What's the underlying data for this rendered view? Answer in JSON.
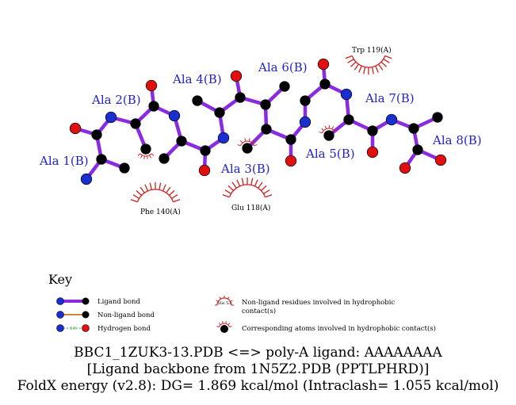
{
  "colors": {
    "ligand_bond": "#8a2be2",
    "non_ligand_bond": "#cc8833",
    "hydrogen_bond": "#33aa33",
    "carbon": "#000000",
    "nitrogen": "#1a2fd0",
    "oxygen": "#e01010",
    "hydrophobic": "#cc2222",
    "residue_label": "#2222cc"
  },
  "residue_labels": [
    {
      "text": "Ala 1(B)"
    },
    {
      "text": "Ala 2(B)"
    },
    {
      "text": "Ala 4(B)"
    },
    {
      "text": "Ala 3(B)"
    },
    {
      "text": "Ala 6(B)"
    },
    {
      "text": "Ala 5(B)"
    },
    {
      "text": "Ala 7(B)"
    },
    {
      "text": "Ala 8(B)"
    }
  ],
  "hydrophobic_residues": [
    {
      "text": "Phe 140(A)"
    },
    {
      "text": "Glu 118(A)"
    },
    {
      "text": "Trp 119(A)"
    }
  ],
  "atoms": [
    {
      "el": "O"
    },
    {
      "el": "C"
    },
    {
      "el": "C"
    },
    {
      "el": "N"
    },
    {
      "el": "C"
    },
    {
      "el": "N"
    },
    {
      "el": "C"
    },
    {
      "el": "C"
    },
    {
      "el": "O"
    },
    {
      "el": "C"
    },
    {
      "el": "N"
    },
    {
      "el": "C"
    },
    {
      "el": "C"
    },
    {
      "el": "C"
    },
    {
      "el": "O"
    },
    {
      "el": "C"
    },
    {
      "el": "N"
    },
    {
      "el": "C"
    },
    {
      "el": "C"
    },
    {
      "el": "C"
    },
    {
      "el": "O"
    },
    {
      "el": "C"
    },
    {
      "el": "N"
    },
    {
      "el": "C"
    },
    {
      "el": "C"
    },
    {
      "el": "C"
    },
    {
      "el": "O"
    },
    {
      "el": "C"
    },
    {
      "el": "N"
    },
    {
      "el": "C"
    },
    {
      "el": "C"
    },
    {
      "el": "C"
    },
    {
      "el": "O"
    },
    {
      "el": "C"
    },
    {
      "el": "N"
    },
    {
      "el": "C"
    },
    {
      "el": "C"
    },
    {
      "el": "C"
    },
    {
      "el": "O"
    },
    {
      "el": "O"
    }
  ],
  "bonds": [
    [
      0,
      1
    ],
    [
      1,
      2
    ],
    [
      2,
      3
    ],
    [
      1,
      5
    ],
    [
      2,
      4
    ],
    [
      5,
      6
    ],
    [
      6,
      7
    ],
    [
      6,
      9
    ],
    [
      7,
      8
    ],
    [
      7,
      10
    ],
    [
      10,
      11
    ],
    [
      11,
      12
    ],
    [
      11,
      13
    ],
    [
      12,
      14
    ],
    [
      12,
      16
    ],
    [
      13,
      15
    ],
    [
      16,
      17
    ],
    [
      17,
      18
    ],
    [
      17,
      19
    ],
    [
      18,
      20
    ],
    [
      18,
      22
    ],
    [
      22,
      23
    ],
    [
      23,
      24
    ],
    [
      23,
      25
    ],
    [
      24,
      26
    ],
    [
      24,
      28
    ],
    [
      28,
      29
    ],
    [
      29,
      30
    ],
    [
      29,
      31
    ],
    [
      30,
      32
    ],
    [
      30,
      34
    ],
    [
      34,
      35
    ],
    [
      35,
      36
    ],
    [
      35,
      37
    ],
    [
      36,
      38
    ],
    [
      36,
      39
    ]
  ],
  "key": {
    "title": "Key",
    "ligand_bond": "Ligand bond",
    "non_ligand_bond": "Non-ligand bond",
    "hydrogen_bond": "Hydrogen bond",
    "hbond_distance": "3.0",
    "sample_residue": "His 53",
    "non_ligand_residues": "Non-ligand residues involved in hydrophobic",
    "non_ligand_residues_2": "contact(s)",
    "corresponding_atoms": "Corresponding atoms involved in hydrophobic contact(s)"
  },
  "footer": {
    "line1": "BBC1_1ZUK3-13.PDB <=> poly-A ligand: AAAAAAAA",
    "line2": "[Ligand backbone from 1N5Z2.PDB (PPTLPHRD)]",
    "line3": "FoldX energy (v2.8): DG= 1.869 kcal/mol (Intraclash= 1.055 kcal/mol)"
  }
}
